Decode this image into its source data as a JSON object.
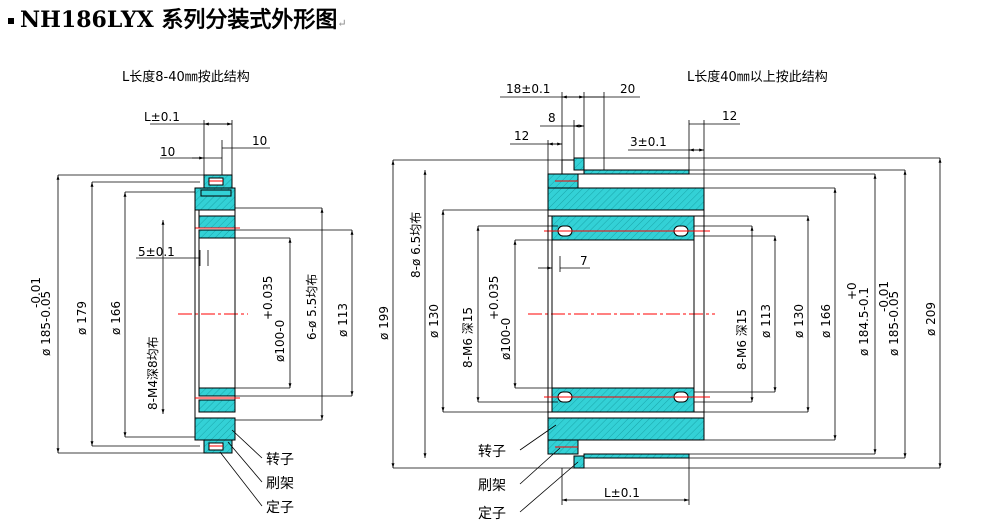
{
  "title": "NH186LYX 系列分装式外形图",
  "return_mark": "↵",
  "left_view": {
    "note": "L长度8-40㎜按此结构",
    "dims": {
      "L": "L±0.1",
      "top10a": "10",
      "top10b": "10",
      "step5": "5±0.1",
      "d185": "ø 185-0.05",
      "d185tol": "-0.01",
      "d179": "ø 179",
      "d166": "ø 166",
      "m4": "8-M4深8均布",
      "d100": "ø100-0",
      "d100tol": "+0.035",
      "holes": "6-ø 5.5均布",
      "d113": "ø 113"
    },
    "parts": [
      "转子",
      "刷架",
      "定子"
    ]
  },
  "right_view": {
    "note": "L长度40㎜以上按此结构",
    "dims": {
      "d18": "18±0.1",
      "d20": "20",
      "d8": "8",
      "d12a": "12",
      "d12b": "12",
      "d3": "3±0.1",
      "holes": "8-ø 6.5均布",
      "d199": "ø 199",
      "d130a": "ø 130",
      "m6a": "8-M6 深15",
      "d100": "ø100-0",
      "d100tol": "+0.035",
      "d7": "7",
      "m6b": "8-M6 深15",
      "d113": "ø 113",
      "d130b": "ø 130",
      "d166": "ø 166",
      "d184": "ø 184.5-0.1",
      "d184tol": "+0",
      "d185": "ø 185-0.05",
      "d185tol": "-0.01",
      "d209": "ø 209",
      "L": "L±0.1"
    },
    "parts": [
      "转子",
      "刷架",
      "定子"
    ]
  },
  "colors": {
    "fill": "#33d1d6",
    "red": "#ff0000",
    "line": "#000000"
  }
}
